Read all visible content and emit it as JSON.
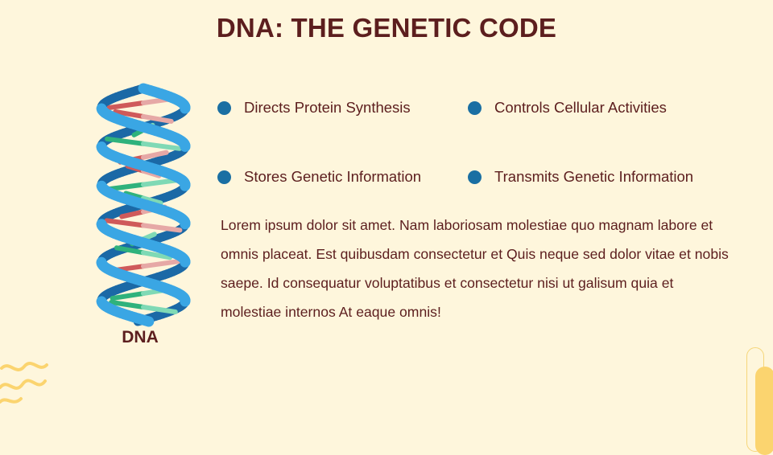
{
  "slide": {
    "title": "DNA: THE GENETIC CODE",
    "dna_label": "DNA",
    "bullets": [
      "Directs Protein Synthesis",
      "Controls Cellular Activities",
      "Stores Genetic Information",
      "Transmits Genetic Information"
    ],
    "paragraph": "Lorem ipsum dolor sit amet. Nam laboriosam molestiae quo magnam labore et omnis placeat. Est quibusdam consectetur et Quis neque sed dolor vitae et nobis saepe. Id consequatur voluptatibus et consectetur nisi ut galisum quia et molestiae internos At eaque omnis!"
  },
  "colors": {
    "background": "#fef6dc",
    "title_text": "#5c1e1e",
    "bullet_dot": "#1a6fa3",
    "helix_light": "#3aa6e4",
    "helix_dark": "#1b69a6",
    "rung_red": "#cf5a5a",
    "rung_pink": "#e6a8a6",
    "rung_green": "#2fb27c",
    "rung_mint": "#7fd9b5",
    "accent_yellow": "#fbd46f"
  },
  "icons": {
    "helix": "dna-helix-icon",
    "squiggle": "squiggle-decoration-icon"
  }
}
